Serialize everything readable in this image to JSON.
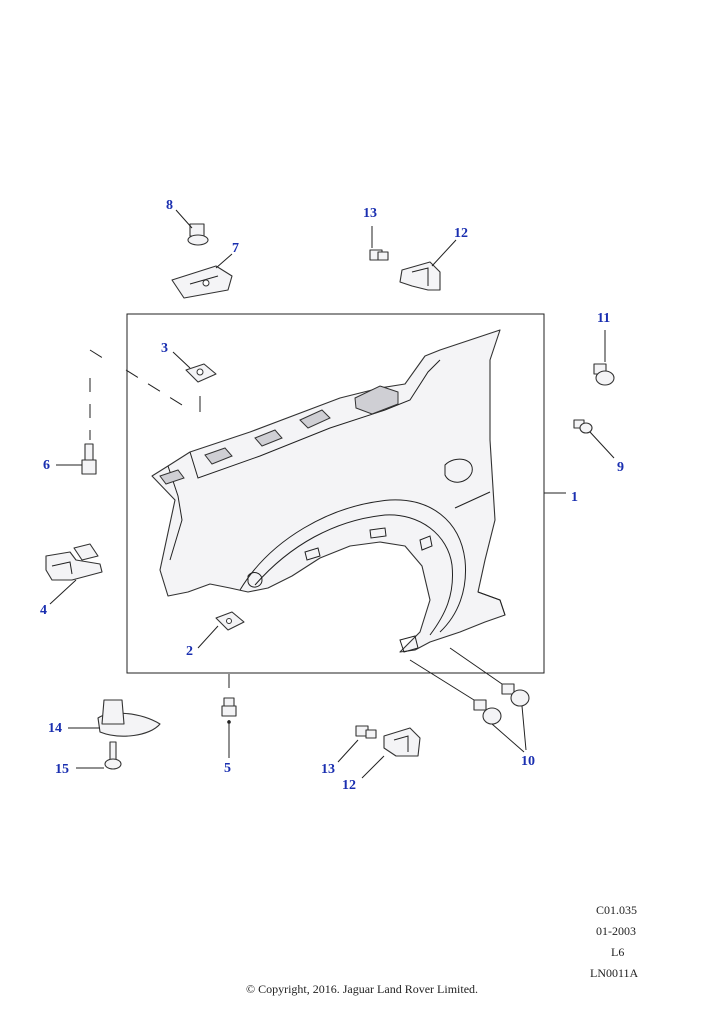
{
  "callouts": {
    "c1": "1",
    "c2": "2",
    "c3": "3",
    "c4": "4",
    "c5": "5",
    "c6": "6",
    "c7": "7",
    "c8": "8",
    "c9": "9",
    "c10": "10",
    "c11": "11",
    "c12a": "12",
    "c12b": "12",
    "c13a": "13",
    "c13b": "13",
    "c14": "14",
    "c15": "15"
  },
  "meta": {
    "code": "C01.035",
    "date": "01-2003",
    "model": "L6",
    "ref": "LN0011A"
  },
  "copyright": "© Copyright, 2016. Jaguar Land Rover Limited.",
  "colors": {
    "callout": "#1a2fb0",
    "line": "#222222"
  }
}
